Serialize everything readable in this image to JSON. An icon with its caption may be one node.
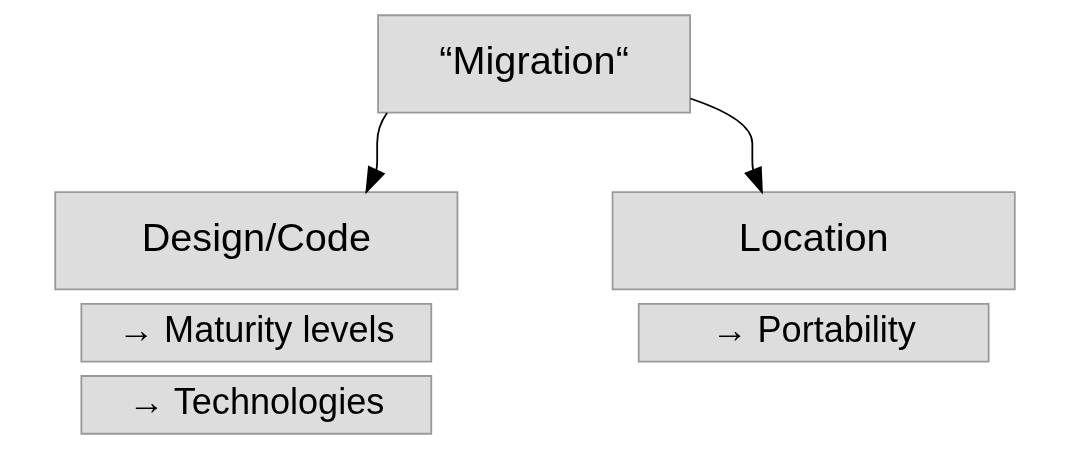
{
  "diagram": {
    "nodes": [
      {
        "text": [
          "“Migration“"
        ]
      },
      {
        "text": [
          "Design/Code"
        ]
      },
      {
        "text": [
          "Location"
        ]
      },
      {
        "text": [
          "→ Maturity levels"
        ]
      },
      {
        "text": [
          "→ Technologies"
        ]
      },
      {
        "text": [
          "→ Portability"
        ]
      }
    ],
    "edges": [
      {
        "from": 0,
        "to": 1,
        "arrow": "to"
      },
      {
        "from": 0,
        "to": 2,
        "arrow": "to"
      }
    ]
  }
}
